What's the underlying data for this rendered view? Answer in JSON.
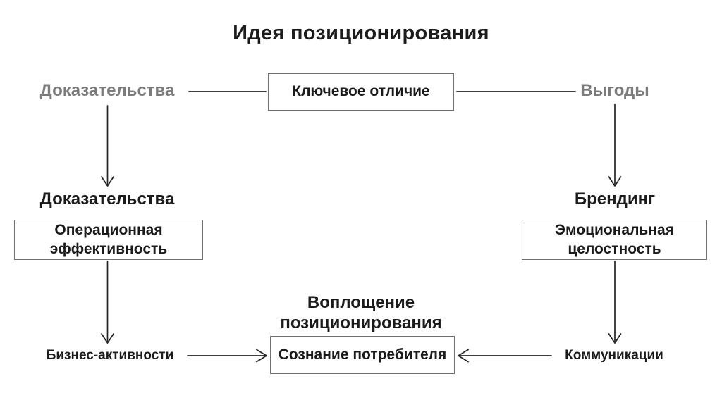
{
  "diagram": {
    "title": "Идея позиционирования",
    "top_row": {
      "left_label": "Доказательства",
      "center_box": "Ключевое отличие",
      "right_label": "Выгоды"
    },
    "middle_row": {
      "left_heading": "Доказательства",
      "left_box": "Операционная эффективность",
      "right_heading": "Брендинг",
      "right_box": "Эмоциональная целостность"
    },
    "bottom_row": {
      "heading": "Воплощение позиционирования",
      "left_label": "Бизнес-активности",
      "center_box": "Сознание потребителя",
      "right_label": "Коммуникации"
    },
    "colors": {
      "background": "#ffffff",
      "text": "#1b1b1b",
      "muted_label": "#7c7c7c",
      "box_border": "#707070",
      "connector": "#232323"
    }
  }
}
